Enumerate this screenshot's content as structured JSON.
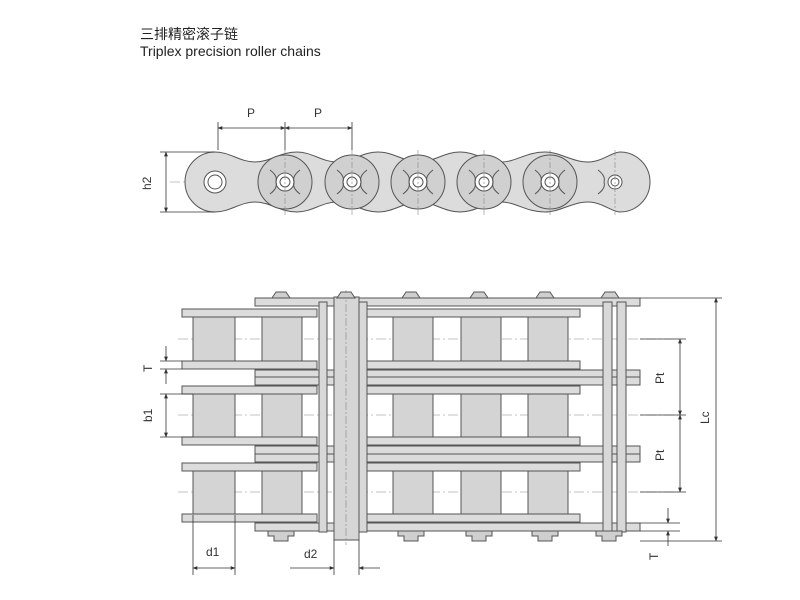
{
  "header": {
    "title_cn": "三排精密滚子链",
    "title_en": "Triplex precision roller chains"
  },
  "labels": {
    "p1": "P",
    "p2": "P",
    "h2": "h2",
    "T_top": "T",
    "b1": "b1",
    "Pt_upper": "Pt",
    "Pt_lower": "Pt",
    "Lc": "Lc",
    "d1": "d1",
    "d2": "d2",
    "T_bottom": "T"
  },
  "colors": {
    "plate_fill": "#dcdcdc",
    "roller_fill": "#d4d4d4",
    "outline": "#555555",
    "dim_line": "#333333",
    "center_line": "#888888"
  }
}
